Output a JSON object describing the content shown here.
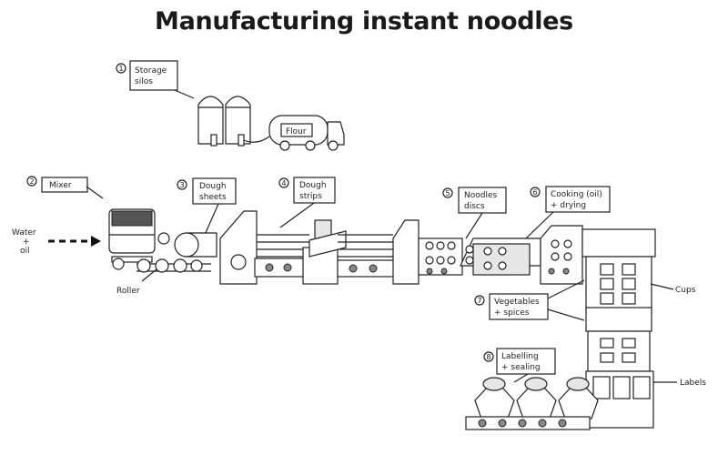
{
  "title": "Manufacturing instant noodles",
  "steps": [
    {
      "number": "1",
      "line1": "Storage",
      "line2": "silos"
    },
    {
      "number": "2",
      "line1": "Mixer",
      "line2": ""
    },
    {
      "number": "3",
      "line1": "Dough",
      "line2": "sheets"
    },
    {
      "number": "4",
      "line1": "Dough",
      "line2": "strips"
    },
    {
      "number": "5",
      "line1": "Noodles",
      "line2": "discs"
    },
    {
      "number": "6",
      "line1": "Cooking (oil)",
      "line2": "+ drying"
    },
    {
      "number": "7",
      "line1": "Vegetables",
      "line2": "+ spices"
    },
    {
      "number": "8",
      "line1": "Labelling",
      "line2": "+ sealing"
    }
  ],
  "labels": {
    "flour": "Flour",
    "water": "Water",
    "plus": "+",
    "oil": "oil",
    "roller": "Roller",
    "cups": "Cups",
    "labels": "Labels"
  }
}
